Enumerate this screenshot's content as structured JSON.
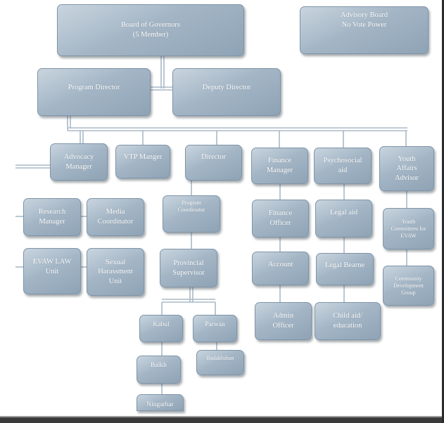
{
  "nodes": {
    "board": "Board of Governors\n(5 Member)",
    "advisory": "Advisory Board\nNo Vote Power",
    "program_director": "Program Director",
    "deputy_director": "Deputy Director",
    "advocacy_manager": "Advocacy\nManager",
    "vtp_manager": "VTP Manger",
    "director": "Director",
    "finance_manager": "Finance\nManager",
    "psychosocial_aid": "Psychosocial\naid",
    "youth_affairs_advisor": "Youth\nAffairs\nAdvisor",
    "research_manager": "Research\nManager",
    "media_coordinator": "Media\nCoordinator",
    "program_coordinator": "Program\nCoordinator",
    "finance_officer": "Finance\nOfficer",
    "legal_aid": "Legal aid",
    "youth_committees": "Youth\nCommittees for\nEVAW",
    "evaw_law_unit": "EVAW LAW\nUnit",
    "sexual_harassment_unit": "Sexual\nHarassment\nUnit",
    "provincial_supervisor": "Provincial\nSupervisor",
    "account": "Account",
    "legal_bearne": "Legal Bearne",
    "community_development": "Community\nDevelopment\nGroup",
    "admin_officer": "Admin\nOfficer",
    "child_aid": "Child aid/\neducation",
    "kabul": "Kabul",
    "parwan": "Parwan",
    "badakhshan": "Badakhshan",
    "balkh": "Balkh",
    "ningarhar": "Ningarhar"
  }
}
